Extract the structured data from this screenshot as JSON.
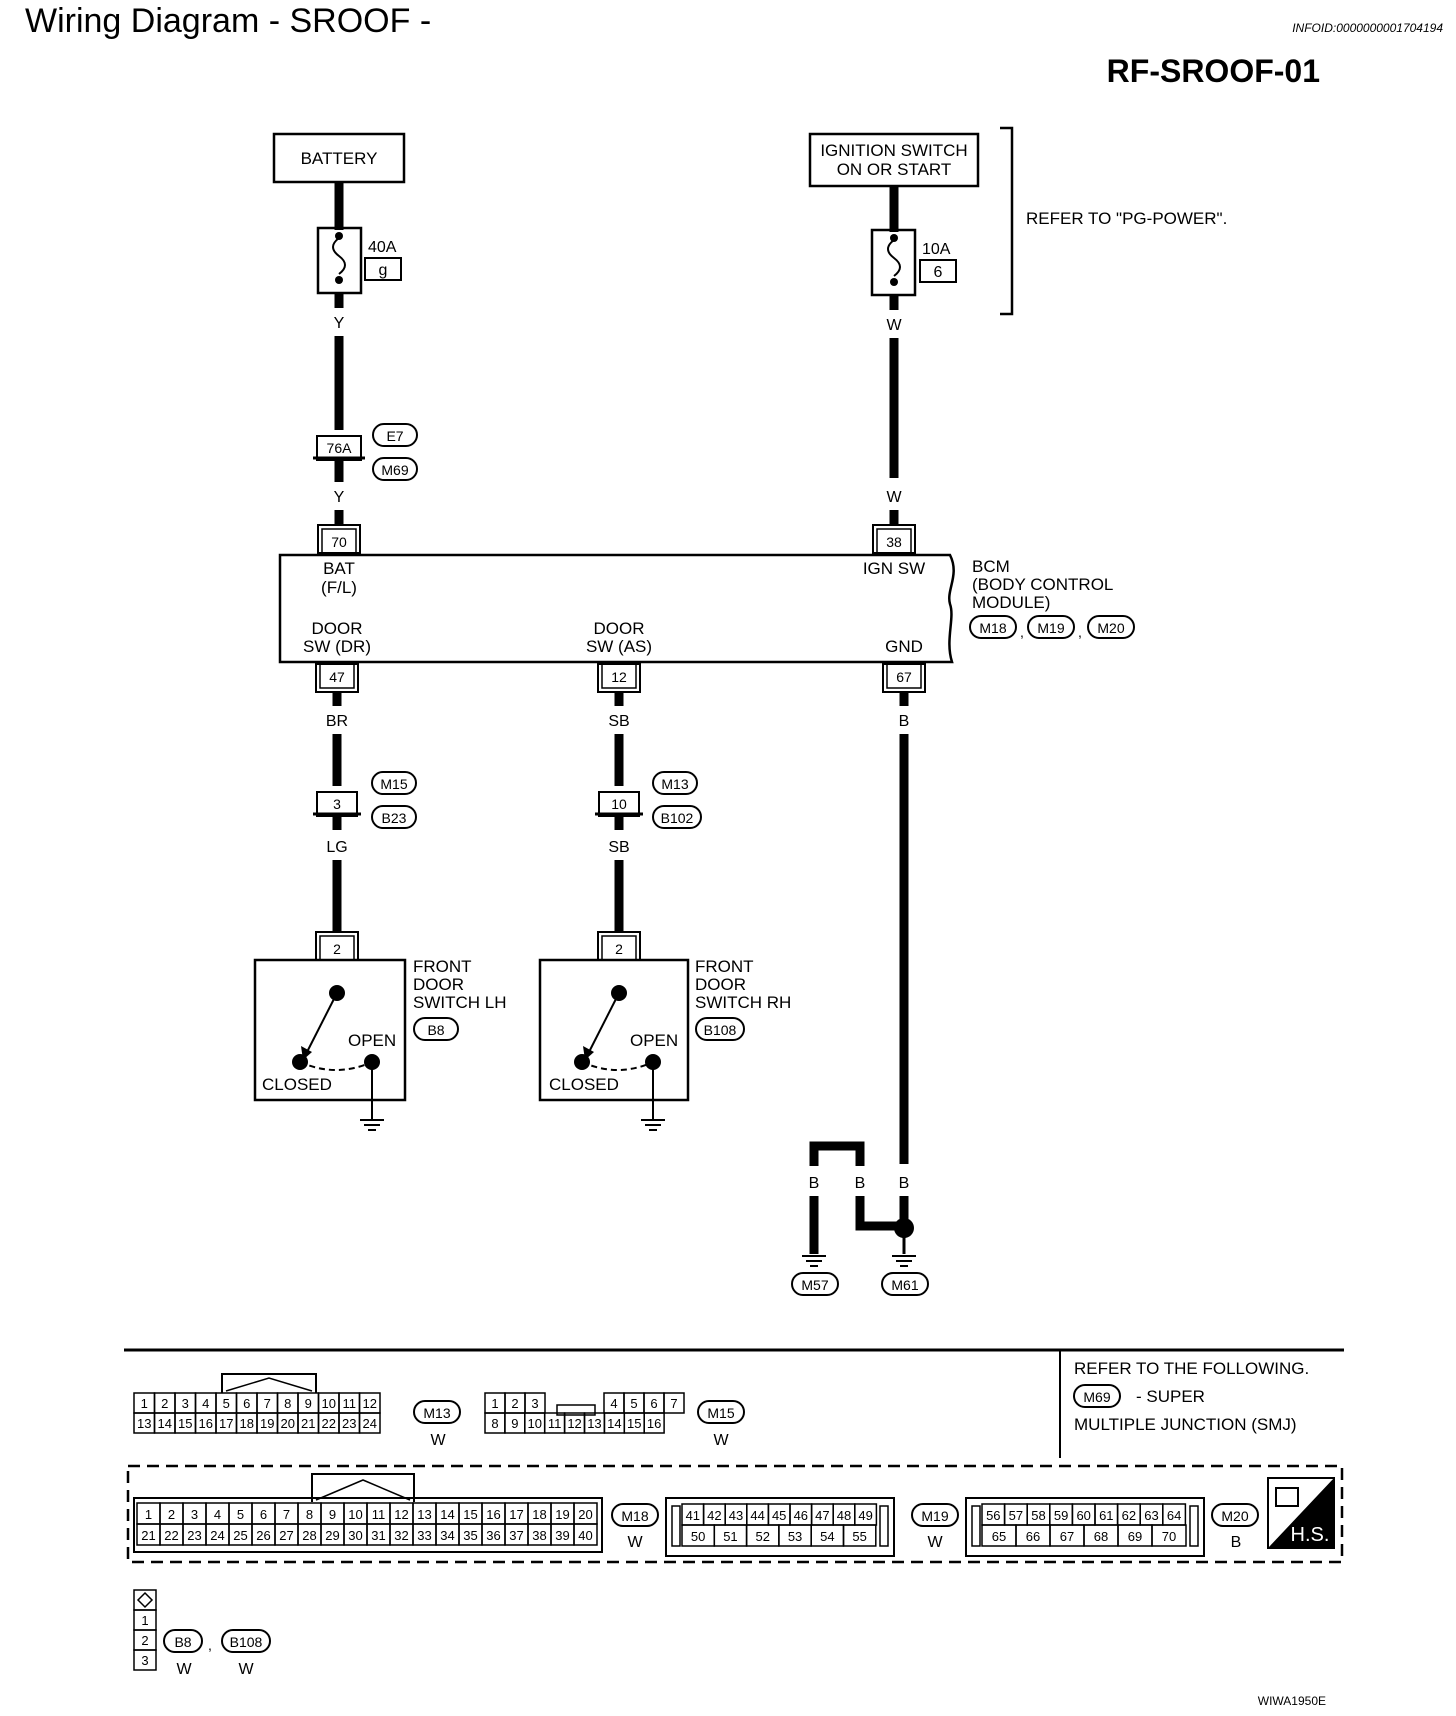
{
  "header": {
    "title": "Wiring Diagram - SROOF -",
    "infoid": "INFOID:0000000001704194",
    "diagram_id": "RF-SROOF-01"
  },
  "battery": {
    "label": "BATTERY",
    "fuse_amp": "40A",
    "fuse_no": "g",
    "wire_top": "Y",
    "wire_bottom": "Y",
    "junction_pin": "76A",
    "junction_conn_a": "E7",
    "junction_conn_b": "M69"
  },
  "ignition": {
    "label_line1": "IGNITION SWITCH",
    "label_line2": "ON OR START",
    "fuse_amp": "10A",
    "fuse_no": "6",
    "wire_top": "W",
    "wire_bottom": "W",
    "refer": "REFER TO \"PG-POWER\"."
  },
  "bcm": {
    "name_line1": "BCM",
    "name_line2": "(BODY CONTROL",
    "name_line3": "MODULE)",
    "connectors": [
      "M18",
      "M19",
      "M20"
    ],
    "separator": ",",
    "pins": {
      "bat": {
        "no": "70",
        "label1": "BAT",
        "label2": "(F/L)"
      },
      "ign": {
        "no": "38",
        "label1": "IGN SW"
      },
      "door_dr": {
        "no": "47",
        "label1": "DOOR",
        "label2": "SW (DR)"
      },
      "door_as": {
        "no": "12",
        "label1": "DOOR",
        "label2": "SW (AS)"
      },
      "gnd": {
        "no": "67",
        "label1": "GND"
      }
    }
  },
  "lh_circuit": {
    "wire_upper": "BR",
    "wire_lower": "LG",
    "junction_pin": "3",
    "junction_conn_a": "M15",
    "junction_conn_b": "B23",
    "switch_pin": "2",
    "switch_label1": "FRONT",
    "switch_label2": "DOOR",
    "switch_label3": "SWITCH LH",
    "switch_conn": "B8",
    "open": "OPEN",
    "closed": "CLOSED"
  },
  "rh_circuit": {
    "wire_upper": "SB",
    "wire_lower": "SB",
    "junction_pin": "10",
    "junction_conn_a": "M13",
    "junction_conn_b": "B102",
    "switch_pin": "2",
    "switch_label1": "FRONT",
    "switch_label2": "DOOR",
    "switch_label3": "SWITCH RH",
    "switch_conn": "B108",
    "open": "OPEN",
    "closed": "CLOSED"
  },
  "ground": {
    "wire_bcm": "B",
    "wire_left": "B",
    "wire_mid": "B",
    "conn_left": "M57",
    "conn_right": "M61"
  },
  "legend": {
    "refer_line1": "REFER TO THE FOLLOWING.",
    "refer_conn": "M69",
    "refer_line2": "- SUPER",
    "refer_line3": "MULTIPLE JUNCTION (SMJ)",
    "m13": {
      "name": "M13",
      "color": "W",
      "top": [
        "1",
        "2",
        "3",
        "4",
        "5",
        "6",
        "7",
        "8",
        "9",
        "10",
        "11",
        "12"
      ],
      "bottom": [
        "13",
        "14",
        "15",
        "16",
        "17",
        "18",
        "19",
        "20",
        "21",
        "22",
        "23",
        "24"
      ]
    },
    "m15": {
      "name": "M15",
      "color": "W",
      "top_left": [
        "1",
        "2",
        "3"
      ],
      "top_right": [
        "4",
        "5",
        "6",
        "7"
      ],
      "bottom": [
        "8",
        "9",
        "10",
        "11",
        "12",
        "13",
        "14",
        "15",
        "16"
      ]
    },
    "m18": {
      "name": "M18",
      "color": "W",
      "top": [
        "1",
        "2",
        "3",
        "4",
        "5",
        "6",
        "7",
        "8",
        "9",
        "10",
        "11",
        "12",
        "13",
        "14",
        "15",
        "16",
        "17",
        "18",
        "19",
        "20"
      ],
      "bottom": [
        "21",
        "22",
        "23",
        "24",
        "25",
        "26",
        "27",
        "28",
        "29",
        "30",
        "31",
        "32",
        "33",
        "34",
        "35",
        "36",
        "37",
        "38",
        "39",
        "40"
      ]
    },
    "m19": {
      "name": "M19",
      "color": "W",
      "top": [
        "41",
        "42",
        "43",
        "44",
        "45",
        "46",
        "47",
        "48",
        "49"
      ],
      "bottom": [
        "50",
        "51",
        "52",
        "53",
        "54",
        "55"
      ]
    },
    "m20": {
      "name": "M20",
      "color": "B",
      "top": [
        "56",
        "57",
        "58",
        "59",
        "60",
        "61",
        "62",
        "63",
        "64"
      ],
      "bottom": [
        "65",
        "66",
        "67",
        "68",
        "69",
        "70"
      ]
    },
    "hs_label": "H.S.",
    "three_pin": {
      "pins": [
        "1",
        "2",
        "3"
      ],
      "conn_a": "B8",
      "conn_b": "B108",
      "color_a": "W",
      "color_b": "W",
      "separator": ","
    }
  },
  "footer": {
    "code": "WIWA1950E"
  }
}
